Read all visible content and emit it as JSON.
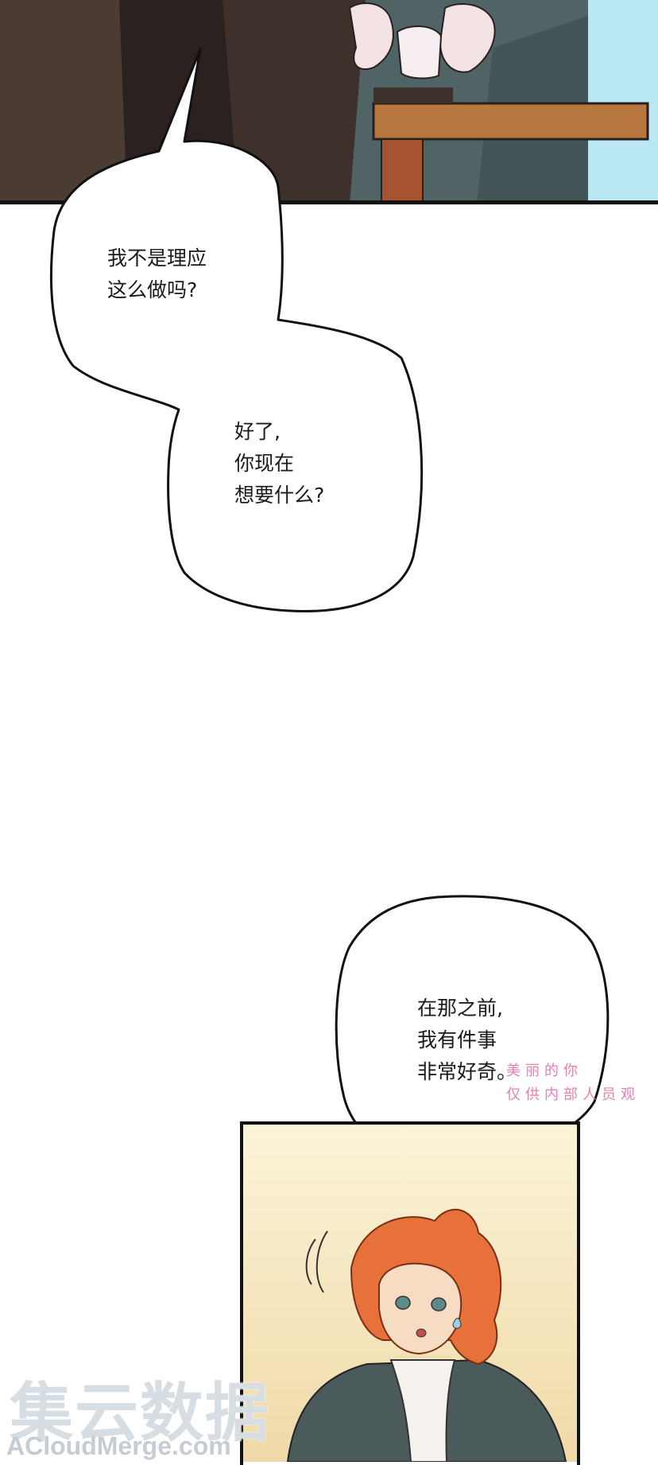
{
  "bubbles": {
    "first": {
      "lines": [
        "我不是理应",
        "这么做吗?"
      ]
    },
    "second": {
      "lines": [
        "好了,",
        "你现在",
        "想要什么?"
      ]
    },
    "third": {
      "lines": [
        "在那之前,",
        "我有件事",
        "非常好奇。"
      ]
    }
  },
  "watermark": {
    "line1": "美丽的你",
    "line2": "仅供内部人员观"
  },
  "site": {
    "name_cn": "集云数据",
    "name_en": "ACloudMerge.com"
  },
  "colors": {
    "panel_border": "#111111",
    "sky": "#a8e0ef",
    "table_wood": "#b8773e",
    "hair": "#e8703a",
    "coat": "#4b5b5c"
  }
}
